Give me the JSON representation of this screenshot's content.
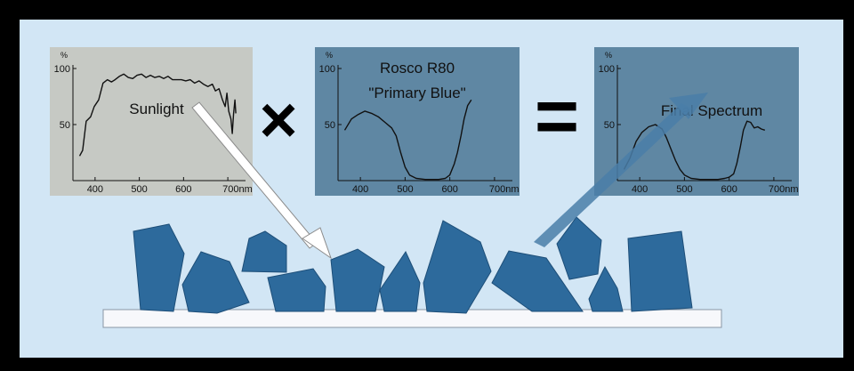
{
  "panels": [
    {
      "id": "sunlight",
      "label": "Sunlight",
      "y_axis": {
        "unit": "%",
        "ticks": [
          "100",
          "50"
        ]
      },
      "x_axis": {
        "ticks": [
          "400",
          "500",
          "600",
          "700nm"
        ]
      },
      "curve": [
        [
          365,
          22
        ],
        [
          372,
          27
        ],
        [
          380,
          53
        ],
        [
          390,
          57
        ],
        [
          398,
          66
        ],
        [
          408,
          72
        ],
        [
          418,
          87
        ],
        [
          428,
          90
        ],
        [
          437,
          88
        ],
        [
          445,
          90
        ],
        [
          455,
          93
        ],
        [
          465,
          95
        ],
        [
          475,
          92
        ],
        [
          485,
          91
        ],
        [
          495,
          94
        ],
        [
          505,
          95
        ],
        [
          515,
          92
        ],
        [
          525,
          94
        ],
        [
          535,
          92
        ],
        [
          545,
          93
        ],
        [
          555,
          91
        ],
        [
          565,
          93
        ],
        [
          575,
          90
        ],
        [
          585,
          90
        ],
        [
          595,
          90
        ],
        [
          605,
          89
        ],
        [
          615,
          90
        ],
        [
          625,
          87
        ],
        [
          635,
          89
        ],
        [
          645,
          86
        ],
        [
          655,
          84
        ],
        [
          665,
          86
        ],
        [
          672,
          80
        ],
        [
          680,
          82
        ],
        [
          688,
          72
        ],
        [
          694,
          66
        ],
        [
          698,
          78
        ],
        [
          702,
          62
        ],
        [
          707,
          55
        ],
        [
          710,
          42
        ],
        [
          713,
          60
        ],
        [
          716,
          72
        ],
        [
          718,
          60
        ]
      ]
    },
    {
      "id": "filter",
      "label": "Rosco R80",
      "label_line2": "\"Primary Blue\"",
      "y_axis": {
        "unit": "%",
        "ticks": [
          "100",
          "50"
        ]
      },
      "x_axis": {
        "ticks": [
          "400",
          "500",
          "600",
          "700nm"
        ]
      },
      "curve": [
        [
          365,
          45
        ],
        [
          380,
          55
        ],
        [
          395,
          59
        ],
        [
          410,
          62
        ],
        [
          425,
          60
        ],
        [
          440,
          57
        ],
        [
          455,
          52
        ],
        [
          470,
          47
        ],
        [
          480,
          40
        ],
        [
          490,
          25
        ],
        [
          500,
          12
        ],
        [
          510,
          5
        ],
        [
          525,
          2
        ],
        [
          545,
          1
        ],
        [
          560,
          1
        ],
        [
          575,
          1
        ],
        [
          590,
          2
        ],
        [
          600,
          5
        ],
        [
          610,
          15
        ],
        [
          617,
          25
        ],
        [
          625,
          40
        ],
        [
          632,
          55
        ],
        [
          640,
          67
        ],
        [
          648,
          72
        ]
      ]
    },
    {
      "id": "result",
      "label": "Final Spectrum",
      "y_axis": {
        "unit": "%",
        "ticks": [
          "100",
          "50"
        ]
      },
      "x_axis": {
        "ticks": [
          "400",
          "500",
          "600",
          "700nm"
        ]
      },
      "curve": [
        [
          365,
          10
        ],
        [
          378,
          20
        ],
        [
          392,
          35
        ],
        [
          405,
          43
        ],
        [
          420,
          48
        ],
        [
          435,
          50
        ],
        [
          450,
          46
        ],
        [
          460,
          38
        ],
        [
          470,
          28
        ],
        [
          480,
          18
        ],
        [
          490,
          10
        ],
        [
          500,
          5
        ],
        [
          515,
          2
        ],
        [
          535,
          1
        ],
        [
          555,
          1
        ],
        [
          575,
          1
        ],
        [
          590,
          2
        ],
        [
          600,
          3
        ],
        [
          610,
          6
        ],
        [
          617,
          15
        ],
        [
          625,
          30
        ],
        [
          632,
          45
        ],
        [
          640,
          53
        ],
        [
          648,
          52
        ],
        [
          656,
          47
        ],
        [
          664,
          48
        ],
        [
          672,
          46
        ],
        [
          680,
          45
        ]
      ]
    }
  ],
  "operators": {
    "multiply": "×",
    "equals": "="
  },
  "colors": {
    "frame": "#000000",
    "background": "#d2e6f5",
    "panel_gray": "#c6c9c4",
    "panel_blue": "#5f87a3",
    "rock": "#2d6a9c",
    "base": "#f7f8fb",
    "light_arrow": "#ffffff",
    "blue_arrow": "#4a7ea8"
  }
}
